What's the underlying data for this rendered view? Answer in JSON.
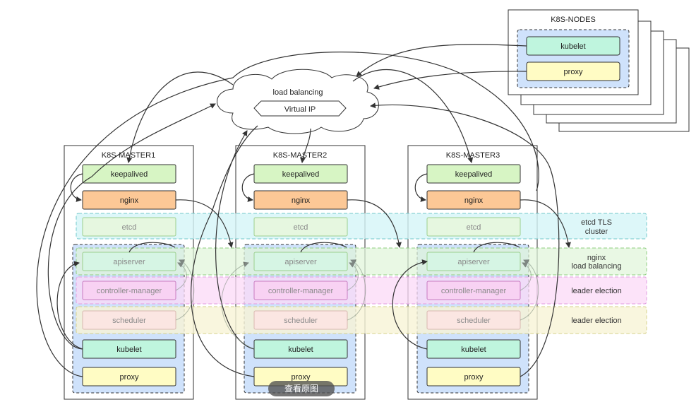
{
  "nodes_title": "K8S-NODES",
  "nodes_components": [
    "kubelet",
    "proxy"
  ],
  "load_balancer": {
    "title": "load balancing",
    "vip": "Virtual IP"
  },
  "masters": [
    {
      "title": "K8S-MASTER1"
    },
    {
      "title": "K8S-MASTER2"
    },
    {
      "title": "K8S-MASTER3"
    }
  ],
  "components": {
    "keepalived": "keepalived",
    "nginx": "nginx",
    "etcd": "etcd",
    "apiserver": "apiserver",
    "controller_manager": "controller-manager",
    "scheduler": "scheduler",
    "kubelet": "kubelet",
    "proxy": "proxy"
  },
  "bands": {
    "etcd": [
      "etcd TLS",
      "cluster"
    ],
    "nginx": [
      "nginx",
      "load balancing"
    ],
    "controller": [
      "leader election"
    ],
    "scheduler": [
      "leader election"
    ]
  },
  "colors": {
    "keepalived": "#d7f5c4",
    "nginx": "#fcc896",
    "etcd_band": "#d4f5f7",
    "nginx_band": "#dff5d8",
    "controller_band": "#fbd9f7",
    "scheduler_band": "#f7f4d6",
    "kubelet": "#bff5de",
    "proxy": "#fffcc4",
    "inner_group": "#cfe2fb"
  },
  "view_original_button": "查看原图"
}
